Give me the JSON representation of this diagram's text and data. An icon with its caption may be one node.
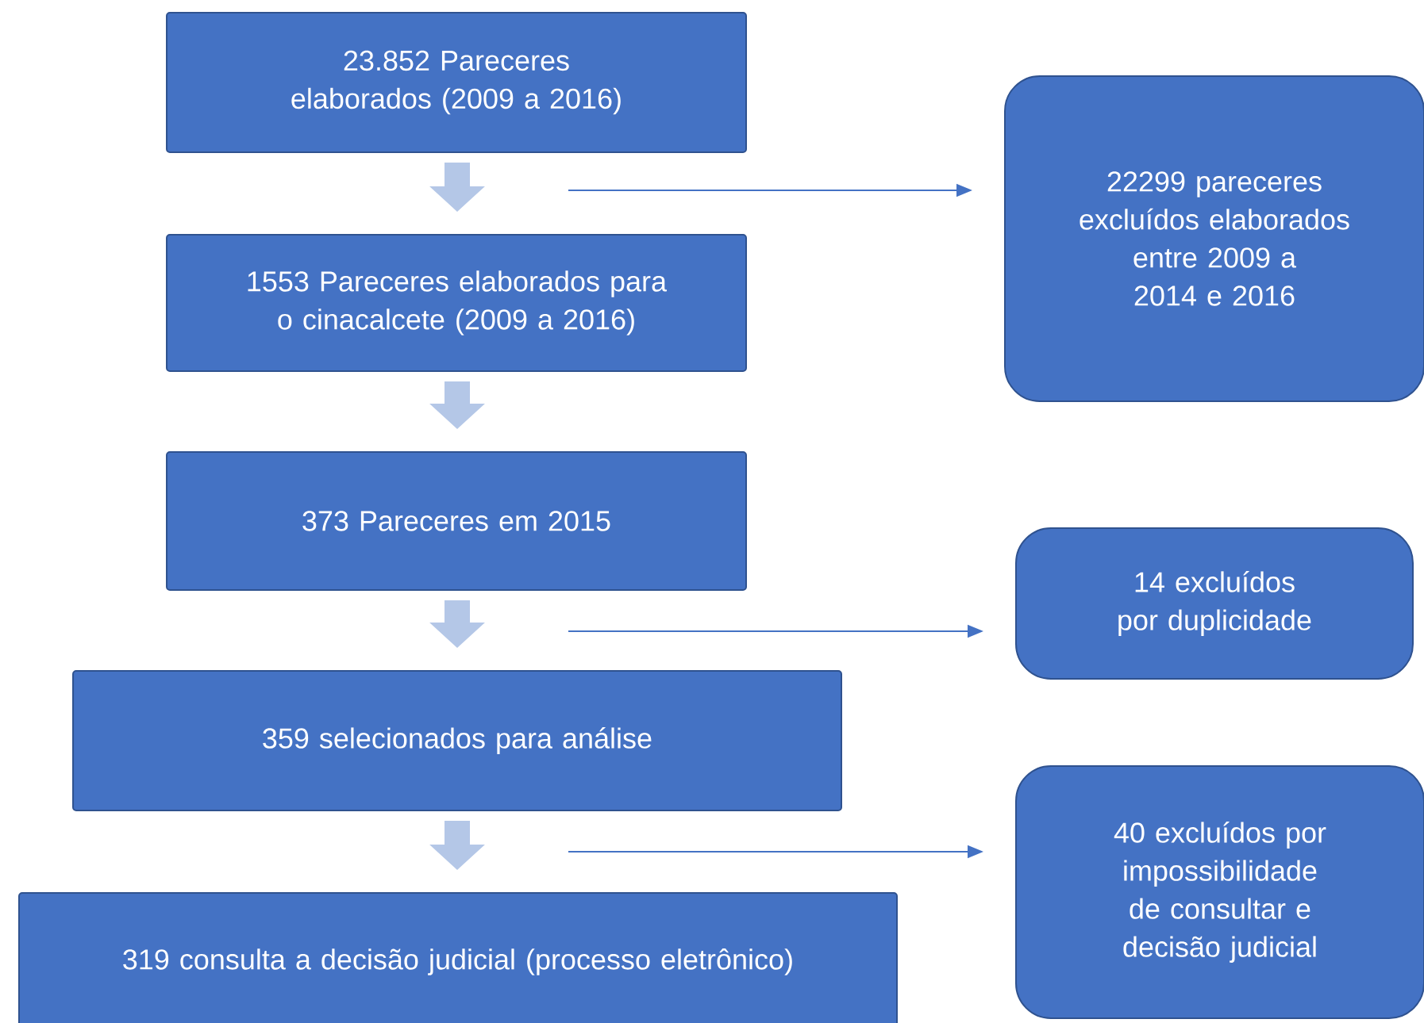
{
  "diagram": {
    "nodes": [
      {
        "text": [
          "23.852 Pareceres elaborados (2009 a 2016)"
        ]
      },
      {
        "text": [
          "22299 pareceres excluídos elaborados entre 2009 a 2014 e 2016"
        ]
      },
      {
        "text": [
          "1553 Pareceres elaborados para o cinacalcete (2009 a 2016)"
        ]
      },
      {
        "text": [
          "373 Pareceres em 2015"
        ]
      },
      {
        "text": [
          "14 excluídos por duplicidade"
        ]
      },
      {
        "text": [
          "359 selecionados para análise"
        ]
      },
      {
        "text": [
          "40 excluídos por impossibilidade de consultar e decisão judicial"
        ]
      },
      {
        "text": [
          "319 consulta a decisão judicial (processo eletrônico)"
        ]
      }
    ],
    "edges": [
      {
        "from": 0,
        "to": 2,
        "arrow": "to"
      },
      {
        "from": null,
        "to": 1,
        "arrow": "to",
        "color": "#4472c4"
      },
      {
        "from": 2,
        "to": 3,
        "arrow": "to"
      },
      {
        "from": 3,
        "to": 5,
        "arrow": "to"
      },
      {
        "from": null,
        "to": 4,
        "arrow": "to",
        "color": "#4472c4"
      },
      {
        "from": 5,
        "to": 7,
        "arrow": "to"
      },
      {
        "from": null,
        "to": 6,
        "arrow": "to",
        "color": "#4472c4"
      }
    ]
  }
}
